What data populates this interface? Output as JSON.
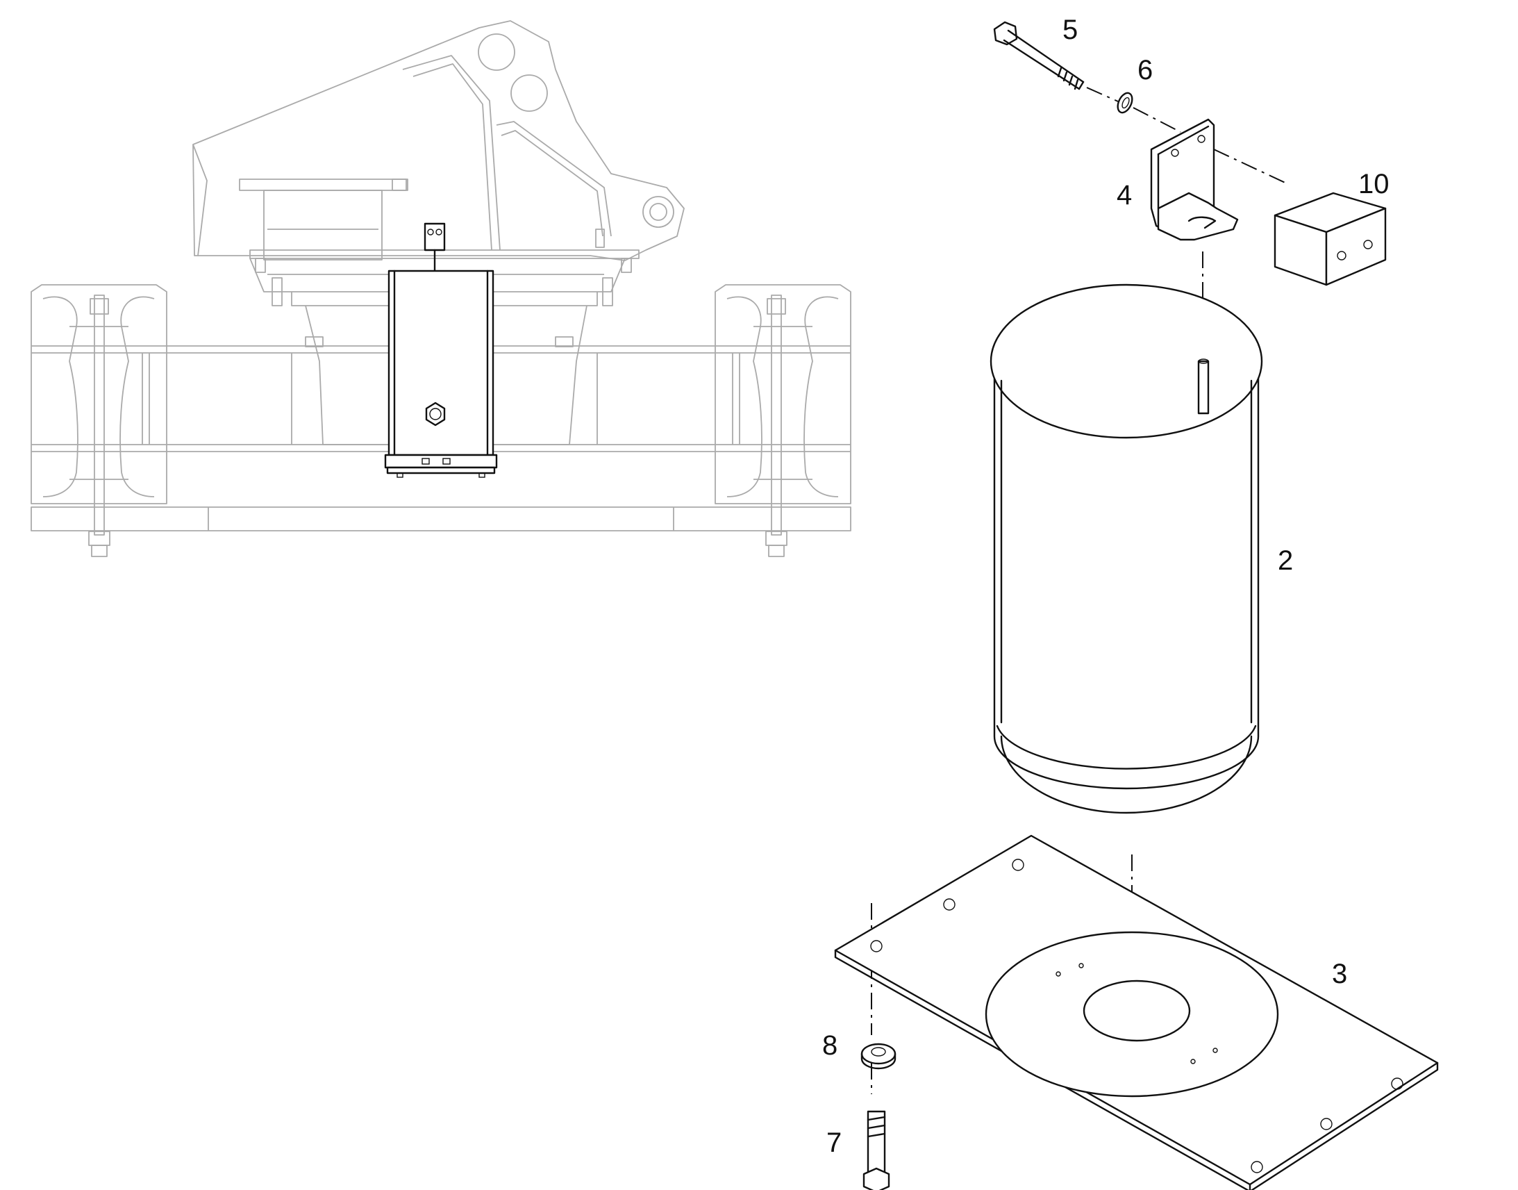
{
  "callouts": [
    {
      "id": "part-2",
      "label": "2"
    },
    {
      "id": "part-3",
      "label": "3"
    },
    {
      "id": "part-4",
      "label": "4"
    },
    {
      "id": "part-5",
      "label": "5"
    },
    {
      "id": "part-6",
      "label": "6"
    },
    {
      "id": "part-7",
      "label": "7"
    },
    {
      "id": "part-8",
      "label": "8"
    },
    {
      "id": "part-10",
      "label": "10"
    }
  ]
}
